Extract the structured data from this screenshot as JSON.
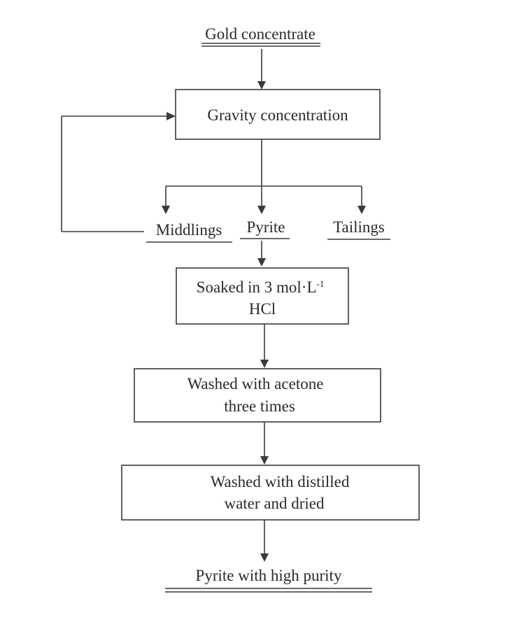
{
  "flowchart": {
    "start": "Gold concentrate",
    "gravity": "Gravity concentration",
    "products": {
      "middlings": "Middlings",
      "pyrite": "Pyrite",
      "tailings": "Tailings"
    },
    "soak": {
      "line1": "Soaked in 3 mol·L",
      "sup": "-1",
      "line2": "HCl"
    },
    "acetone": {
      "line1": "Washed with acetone",
      "line2": "three times"
    },
    "water": {
      "line1": "Washed with distilled",
      "line2": "water and dried"
    },
    "end": "Pyrite with high purity"
  }
}
